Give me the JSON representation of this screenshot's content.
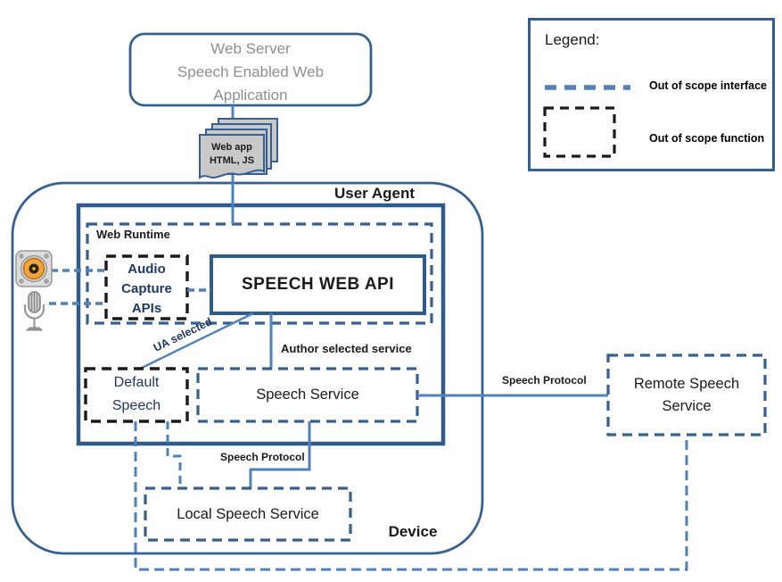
{
  "colors": {
    "accent_blue": "#4F81BD",
    "solid_border_blue": "#376092",
    "thick_border_blue": "#2E5A8C",
    "dashed_blue": "#36618F",
    "navy_text": "#1F3864",
    "gray_text": "#8F8F8F",
    "black": "#1A1A1A",
    "page_fill": "#C9C9C9"
  },
  "web_server": {
    "lines": [
      "Web Server",
      "Speech Enabled Web",
      "Application"
    ]
  },
  "web_app": {
    "lines": [
      "Web app",
      "HTML, JS"
    ]
  },
  "device_label": "Device",
  "user_agent_label": "User Agent",
  "web_runtime_label": "Web Runtime",
  "audio_capture": {
    "lines": [
      "Audio",
      "Capture",
      "APIs"
    ]
  },
  "speech_web_api_label": "SPEECH WEB API",
  "default_speech": {
    "lines": [
      "Default",
      "Speech"
    ]
  },
  "speech_service_label": "Speech Service",
  "local_speech_label": "Local Speech Service",
  "remote_speech": {
    "lines": [
      "Remote Speech",
      "Service"
    ]
  },
  "connector_labels": {
    "ua_selected": "UA selected",
    "author_selected": "Author selected service",
    "speech_protocol_remote": "Speech Protocol",
    "speech_protocol_local": "Speech Protocol"
  },
  "legend": {
    "title": "Legend:",
    "items": [
      {
        "glyph": "dashed-line-icon",
        "label": "Out of scope interface"
      },
      {
        "glyph": "dashed-box-icon",
        "label": "Out of scope function"
      }
    ]
  },
  "icons": {
    "speaker": "speaker-icon",
    "microphone": "microphone-icon"
  }
}
